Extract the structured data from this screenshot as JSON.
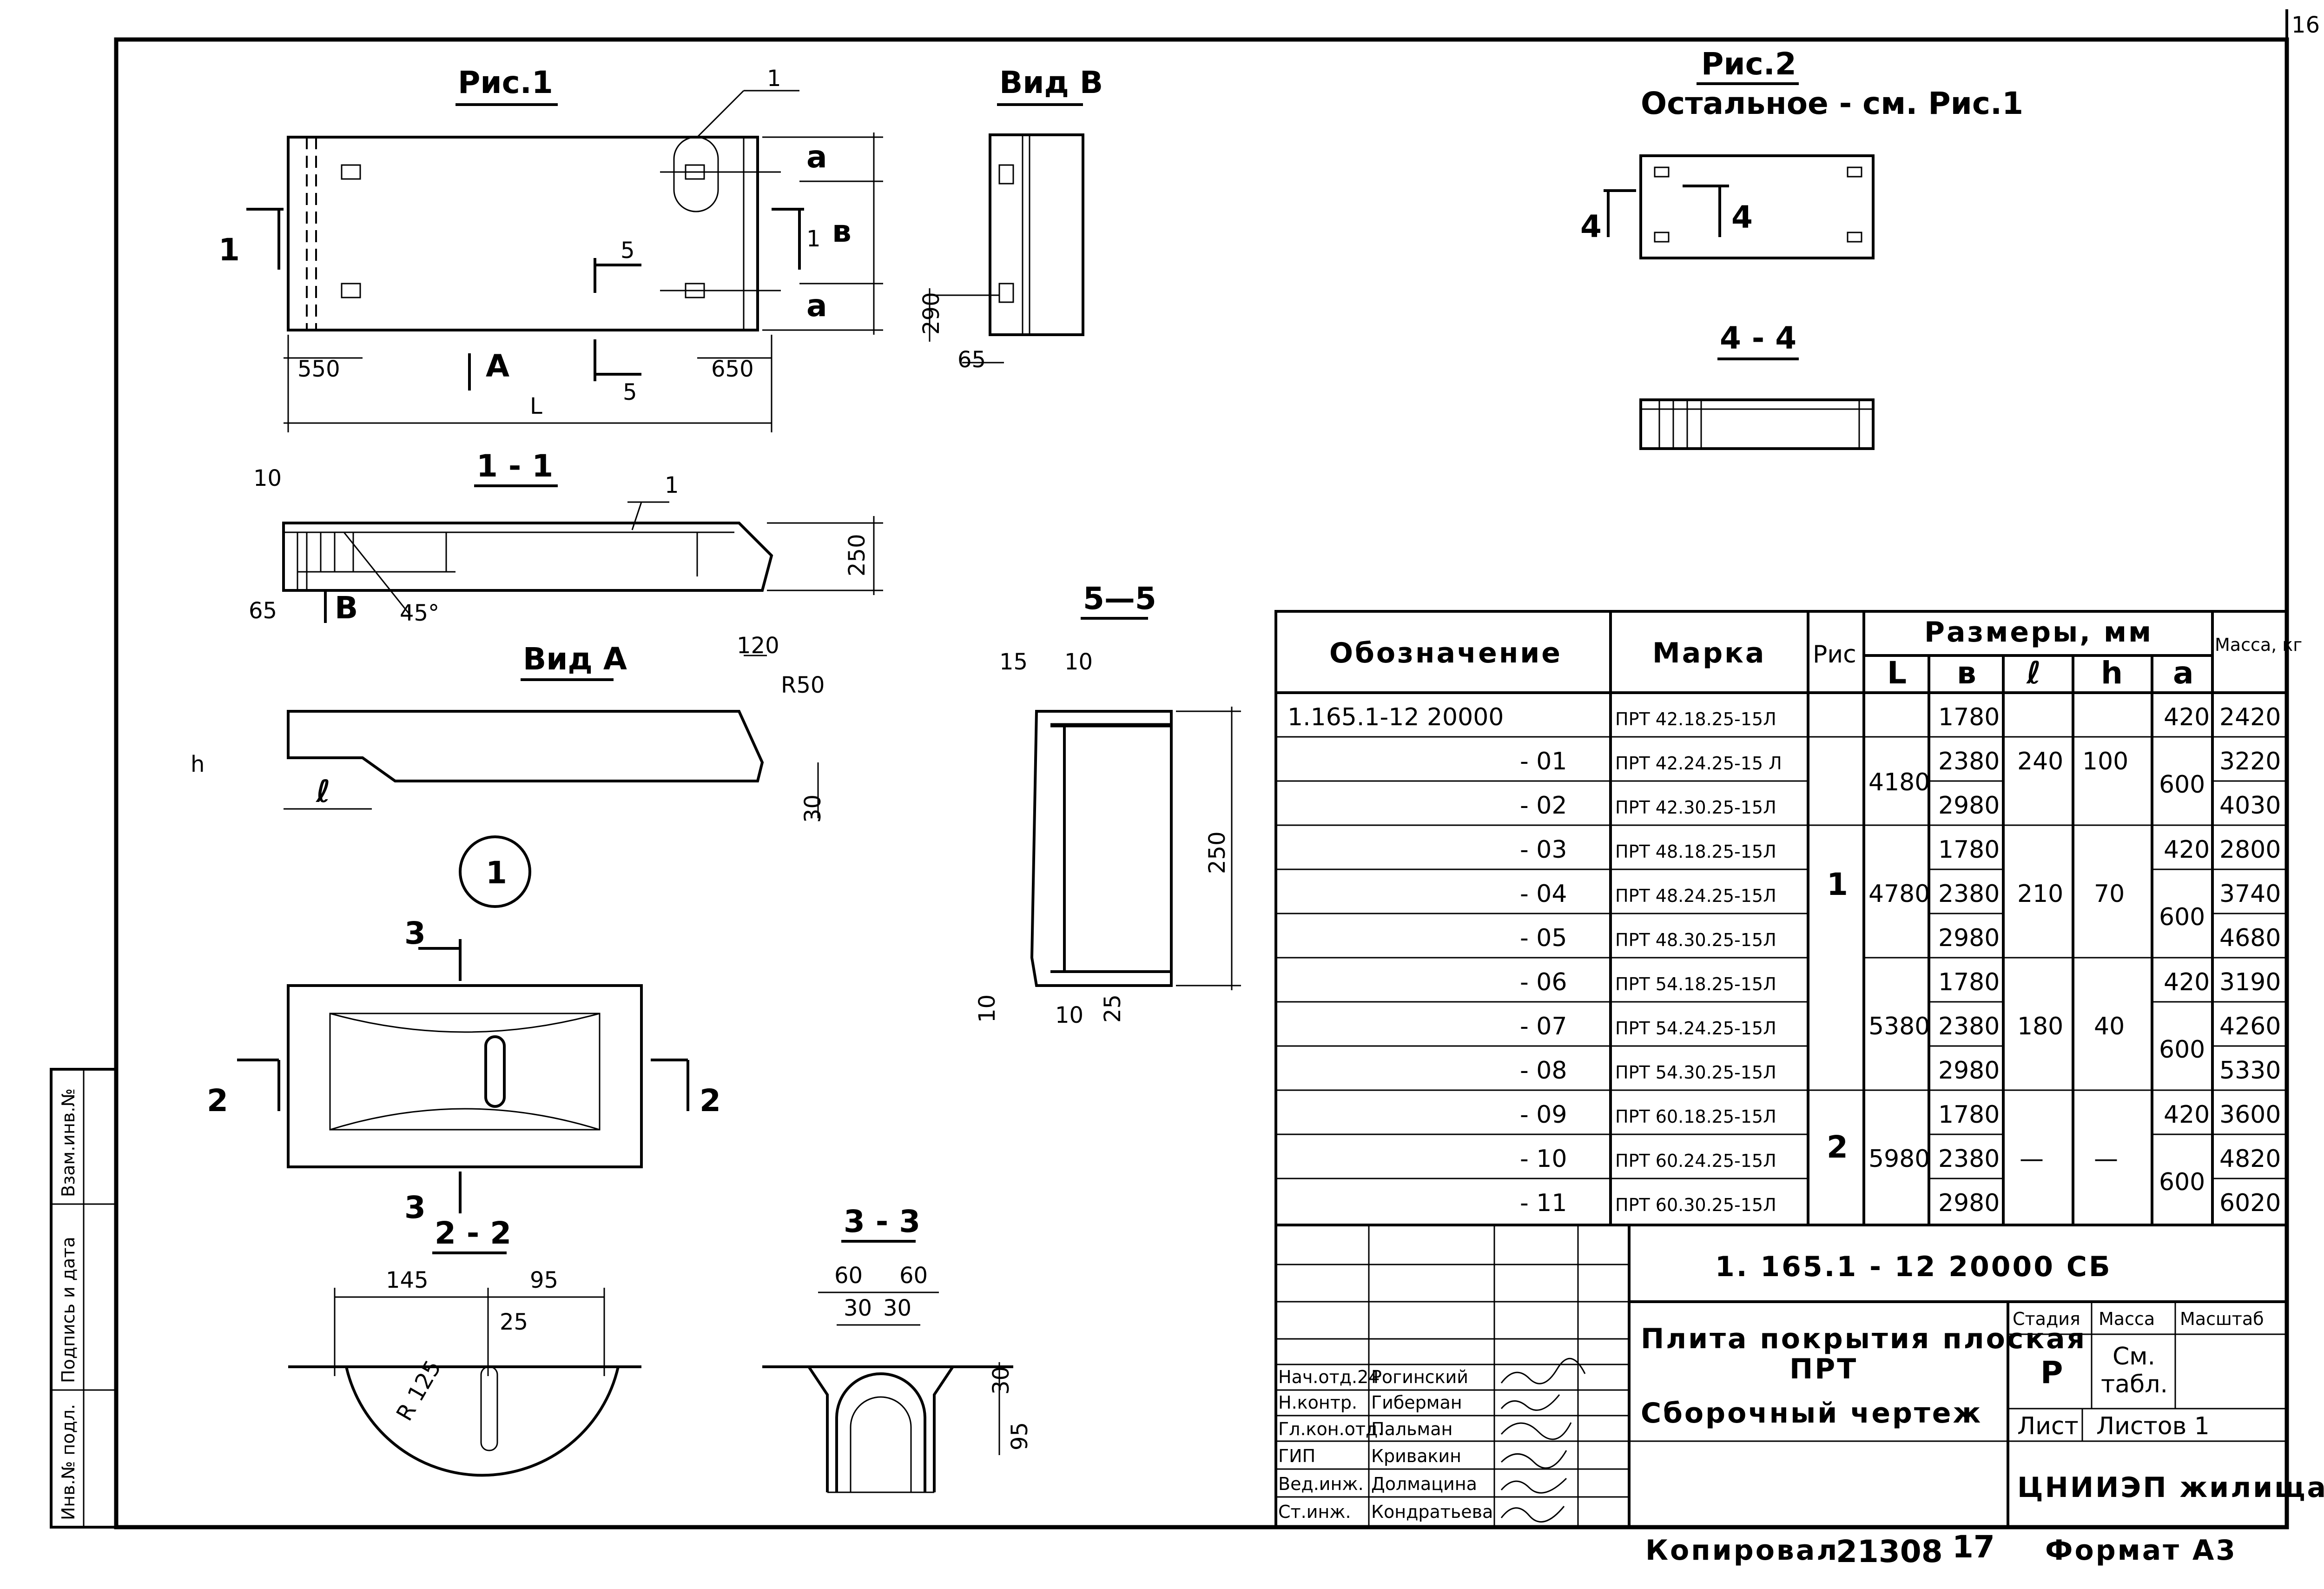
{
  "sheet_number": "16",
  "figures": {
    "fig1_title": "Рис.1",
    "view_b_title": "Вид В",
    "fig2_title": "Рис.2",
    "fig2_note": "Остальное - см. Рис.1",
    "sec_1_1": "1 - 1",
    "view_a_title": "Вид А",
    "sec_4_4": "4 - 4",
    "sec_5_5": "5—5",
    "sec_2_2": "2 - 2",
    "sec_3_3": "3 - 3",
    "node_1": "1"
  },
  "dimensions": {
    "d550": "550",
    "d650": "650",
    "dL": "L",
    "dA": "А",
    "d5": "5",
    "d1": "1",
    "da": "a",
    "db": "в",
    "d290": "290",
    "d65": "65",
    "d10": "10",
    "d250": "250",
    "d45": "45°",
    "dB": "В",
    "d120": "120",
    "dR50": "R50",
    "dl": "ℓ",
    "dh": "h",
    "d30": "30",
    "d15": "15",
    "d25": "25",
    "d4": "4",
    "d2": "2",
    "d3": "3",
    "d145": "145",
    "d95": "95",
    "dR125": "R 125",
    "d60": "60"
  },
  "table": {
    "headers": {
      "designation": "Обозначение",
      "mark": "Марка",
      "fig": "Рис",
      "sizes": "Размеры, мм",
      "L": "L",
      "b": "в",
      "l": "ℓ",
      "h": "h",
      "a": "a",
      "mass": "Масса, кг"
    },
    "rows": [
      {
        "designation": "1.165.1-12 20000",
        "mark": "ПРТ 42.18.25-15Л",
        "b": "1780",
        "a": "420",
        "mass": "2420"
      },
      {
        "designation": "- 01",
        "mark": "ПРТ 42.24.25-15 Л",
        "b": "2380",
        "mass": "3220"
      },
      {
        "designation": "- 02",
        "mark": "ПРТ 42.30.25-15Л",
        "b": "2980",
        "mass": "4030"
      },
      {
        "designation": "- 03",
        "mark": "ПРТ 48.18.25-15Л",
        "b": "1780",
        "a": "420",
        "mass": "2800"
      },
      {
        "designation": "- 04",
        "mark": "ПРТ 48.24.25-15Л",
        "b": "2380",
        "mass": "3740"
      },
      {
        "designation": "- 05",
        "mark": "ПРТ 48.30.25-15Л",
        "b": "2980",
        "mass": "4680"
      },
      {
        "designation": "- 06",
        "mark": "ПРТ 54.18.25-15Л",
        "b": "1780",
        "a": "420",
        "mass": "3190"
      },
      {
        "designation": "- 07",
        "mark": "ПРТ 54.24.25-15Л",
        "b": "2380",
        "mass": "4260"
      },
      {
        "designation": "- 08",
        "mark": "ПРТ 54.30.25-15Л",
        "b": "2980",
        "mass": "5330"
      },
      {
        "designation": "- 09",
        "mark": "ПРТ 60.18.25-15Л",
        "b": "1780",
        "a": "420",
        "mass": "3600"
      },
      {
        "designation": "- 10",
        "mark": "ПРТ 60.24.25-15Л",
        "b": "2380",
        "mass": "4820"
      },
      {
        "designation": "- 11",
        "mark": "ПРТ 60.30.25-15Л",
        "b": "2980",
        "mass": "6020"
      }
    ],
    "groups": [
      {
        "L": "4180",
        "l": "240",
        "h": "100",
        "a600": "600"
      },
      {
        "L": "4780",
        "l": "210",
        "h": "70",
        "a600": "600"
      },
      {
        "L": "5380",
        "l": "180",
        "h": "40",
        "a600": "600"
      },
      {
        "L": "5980",
        "l": "—",
        "h": "—",
        "a600": "600"
      }
    ],
    "fig_values": {
      "fig1": "1",
      "fig2": "2"
    }
  },
  "title_block": {
    "doc_code": "1. 165.1 - 12   20000  СБ",
    "name_line1": "Плита покрытия плоская",
    "name_line2": "ПРТ",
    "name_line3": "Сборочный чертеж",
    "stage_label": "Стадия",
    "mass_label": "Масса",
    "scale_label": "Масштаб",
    "stage_value": "Р",
    "mass_value_1": "См.",
    "mass_value_2": "табл.",
    "sheet_label": "Лист",
    "sheets_label": "Листов 1",
    "org": "ЦНИИЭП жилища",
    "staff": [
      {
        "role": "Нач.отд.24",
        "name": "Рогинский"
      },
      {
        "role": "Н.контр.",
        "name": "Гиберман"
      },
      {
        "role": "Гл.кон.отд.",
        "name": "Пальман"
      },
      {
        "role": "ГИП",
        "name": "Кривакин"
      },
      {
        "role": "Вед.инж.",
        "name": "Долмацина"
      },
      {
        "role": "Ст.инж.",
        "name": "Кондратьева"
      }
    ]
  },
  "side_stamp": {
    "inv_orig": "Инв.№ подл.",
    "sign_date": "Подпись и дата",
    "replace_inv": "Взам.инв.№"
  },
  "footer": {
    "copied": "Копировал",
    "copy_no": "21308",
    "copy_sheet": "17",
    "format": "Формат А3"
  }
}
